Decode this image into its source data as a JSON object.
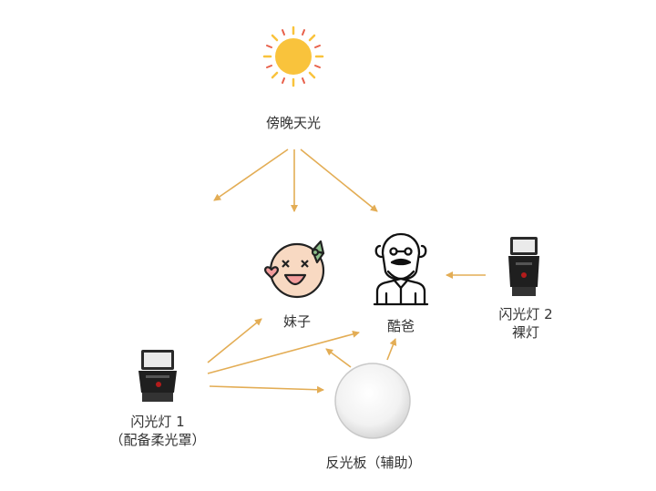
{
  "sun": {
    "label": "傍晚天光",
    "icon": "sun-icon",
    "color": "#F9C33C"
  },
  "girl": {
    "label": "妹子",
    "icon": "baby-face-icon"
  },
  "dad": {
    "label": "酷爸",
    "icon": "bearded-man-icon"
  },
  "flash2": {
    "line1": "闪光灯 2",
    "line2": "裸灯",
    "icon": "camera-flash-icon"
  },
  "flash1": {
    "line1": "闪光灯 1",
    "line2": "（配备柔光罩）",
    "icon": "camera-flash-icon"
  },
  "reflector": {
    "label": "反光板（辅助）",
    "icon": "reflector-disc-icon"
  },
  "colors": {
    "arrow": "#E3AD55",
    "skin": "#F8D9C2",
    "cheek": "#F39C9C",
    "bow": "#8DBF8B"
  }
}
